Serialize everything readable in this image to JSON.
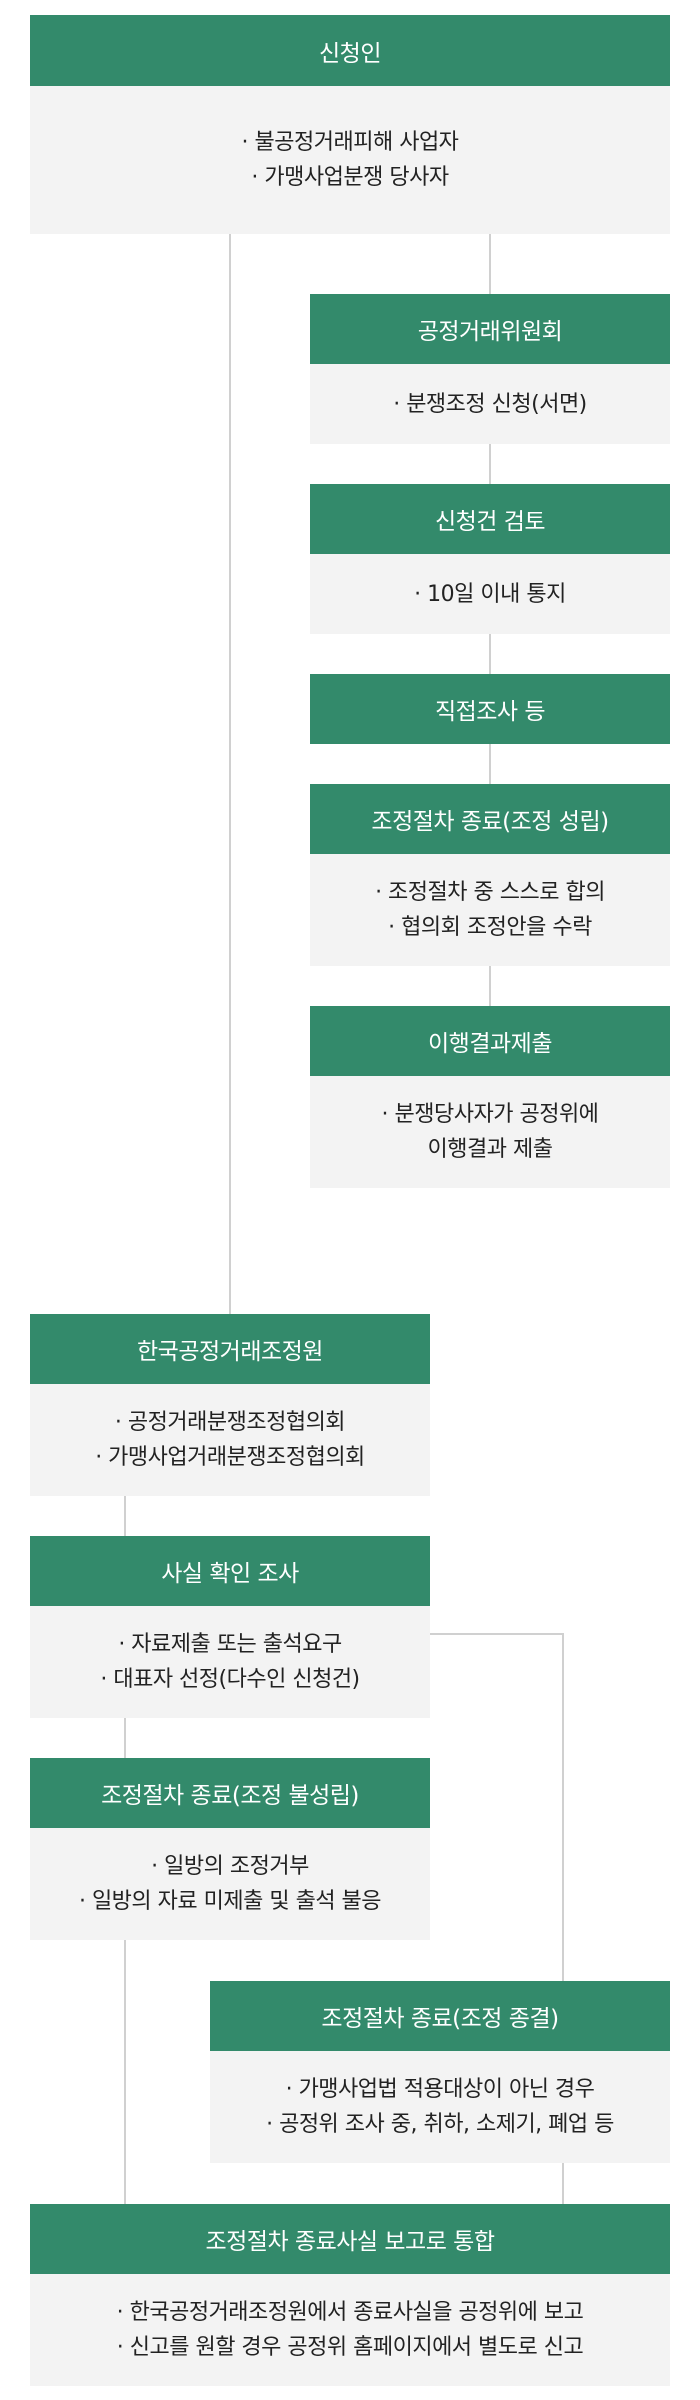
{
  "applicant": {
    "title": "신청인",
    "lines": [
      "· 불공정거래피해 사업자",
      "· 가맹사업분쟁 당사자"
    ]
  },
  "ftc": {
    "title": "공정거래위원회",
    "lines": [
      "· 분쟁조정 신청(서면)"
    ]
  },
  "review": {
    "title": "신청건 검토",
    "lines": [
      "· 10일 이내 통지"
    ]
  },
  "direct_investigation": {
    "title": "직접조사 등"
  },
  "end_success": {
    "title": "조정절차 종료(조정 성립)",
    "lines": [
      "· 조정절차 중 스스로 합의",
      "· 협의회 조정안을 수락"
    ]
  },
  "compliance": {
    "title": "이행결과제출",
    "lines": [
      "· 분쟁당사자가 공정위에",
      "이행결과 제출"
    ]
  },
  "kfair": {
    "title": "한국공정거래조정원",
    "lines": [
      "· 공정거래분쟁조정협의회",
      "· 가맹사업거래분쟁조정협의회"
    ]
  },
  "fact_check": {
    "title": "사실 확인 조사",
    "lines": [
      "· 자료제출 또는 출석요구",
      "· 대표자 선정(다수인 신청건)"
    ]
  },
  "end_fail": {
    "title": "조정절차 종료(조정 불성립)",
    "lines": [
      "· 일방의 조정거부",
      "· 일방의 자료 미제출 및 출석 불응"
    ]
  },
  "end_terminate": {
    "title": "조정절차 종료(조정 종결)",
    "lines": [
      "· 가맹사업법 적용대상이 아닌 경우",
      "· 공정위 조사 중, 취하, 소제기, 폐업 등"
    ]
  },
  "integrated": {
    "title": "조정절차 종료사실 보고로 통합",
    "lines": [
      "· 한국공정거래조정원에서 종료사실을 공정위에 보고",
      "· 신고를 원할 경우 공정위 홈페이지에서 별도로 신고"
    ]
  },
  "colors": {
    "header_green": "#338a6b",
    "body_gray": "#f3f3f3",
    "connector": "#d0d0d0"
  }
}
